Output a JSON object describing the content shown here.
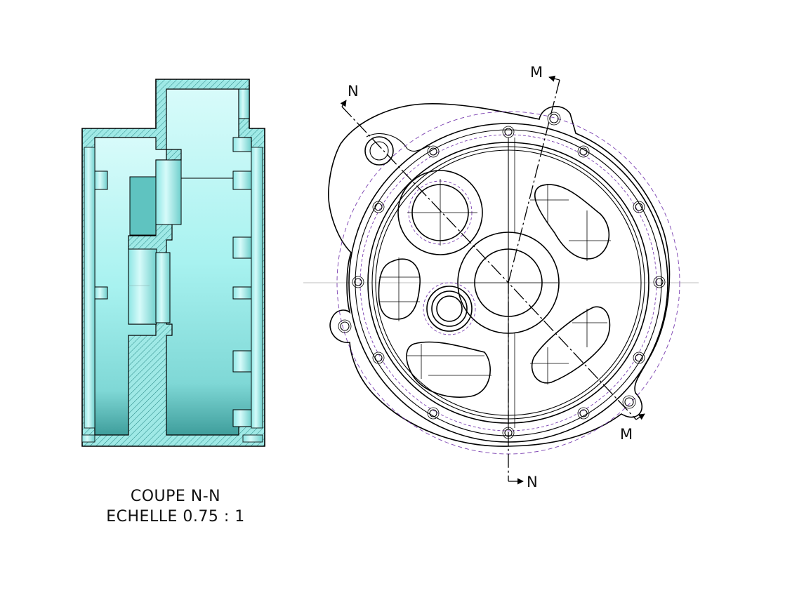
{
  "section_view": {
    "title": "COUPE N-N",
    "scale": "ECHELLE 0.75 : 1"
  },
  "front_view": {
    "cut_labels": {
      "n_top": "N",
      "n_bottom": "N",
      "m_top": "M",
      "m_bottom": "M"
    }
  },
  "colors": {
    "section_fill": "#a8f2f0",
    "section_shade": "#5fc3c0",
    "hatch": "#2a8a88",
    "line": "#000000",
    "hidden_circle": "#7a3fb0"
  }
}
